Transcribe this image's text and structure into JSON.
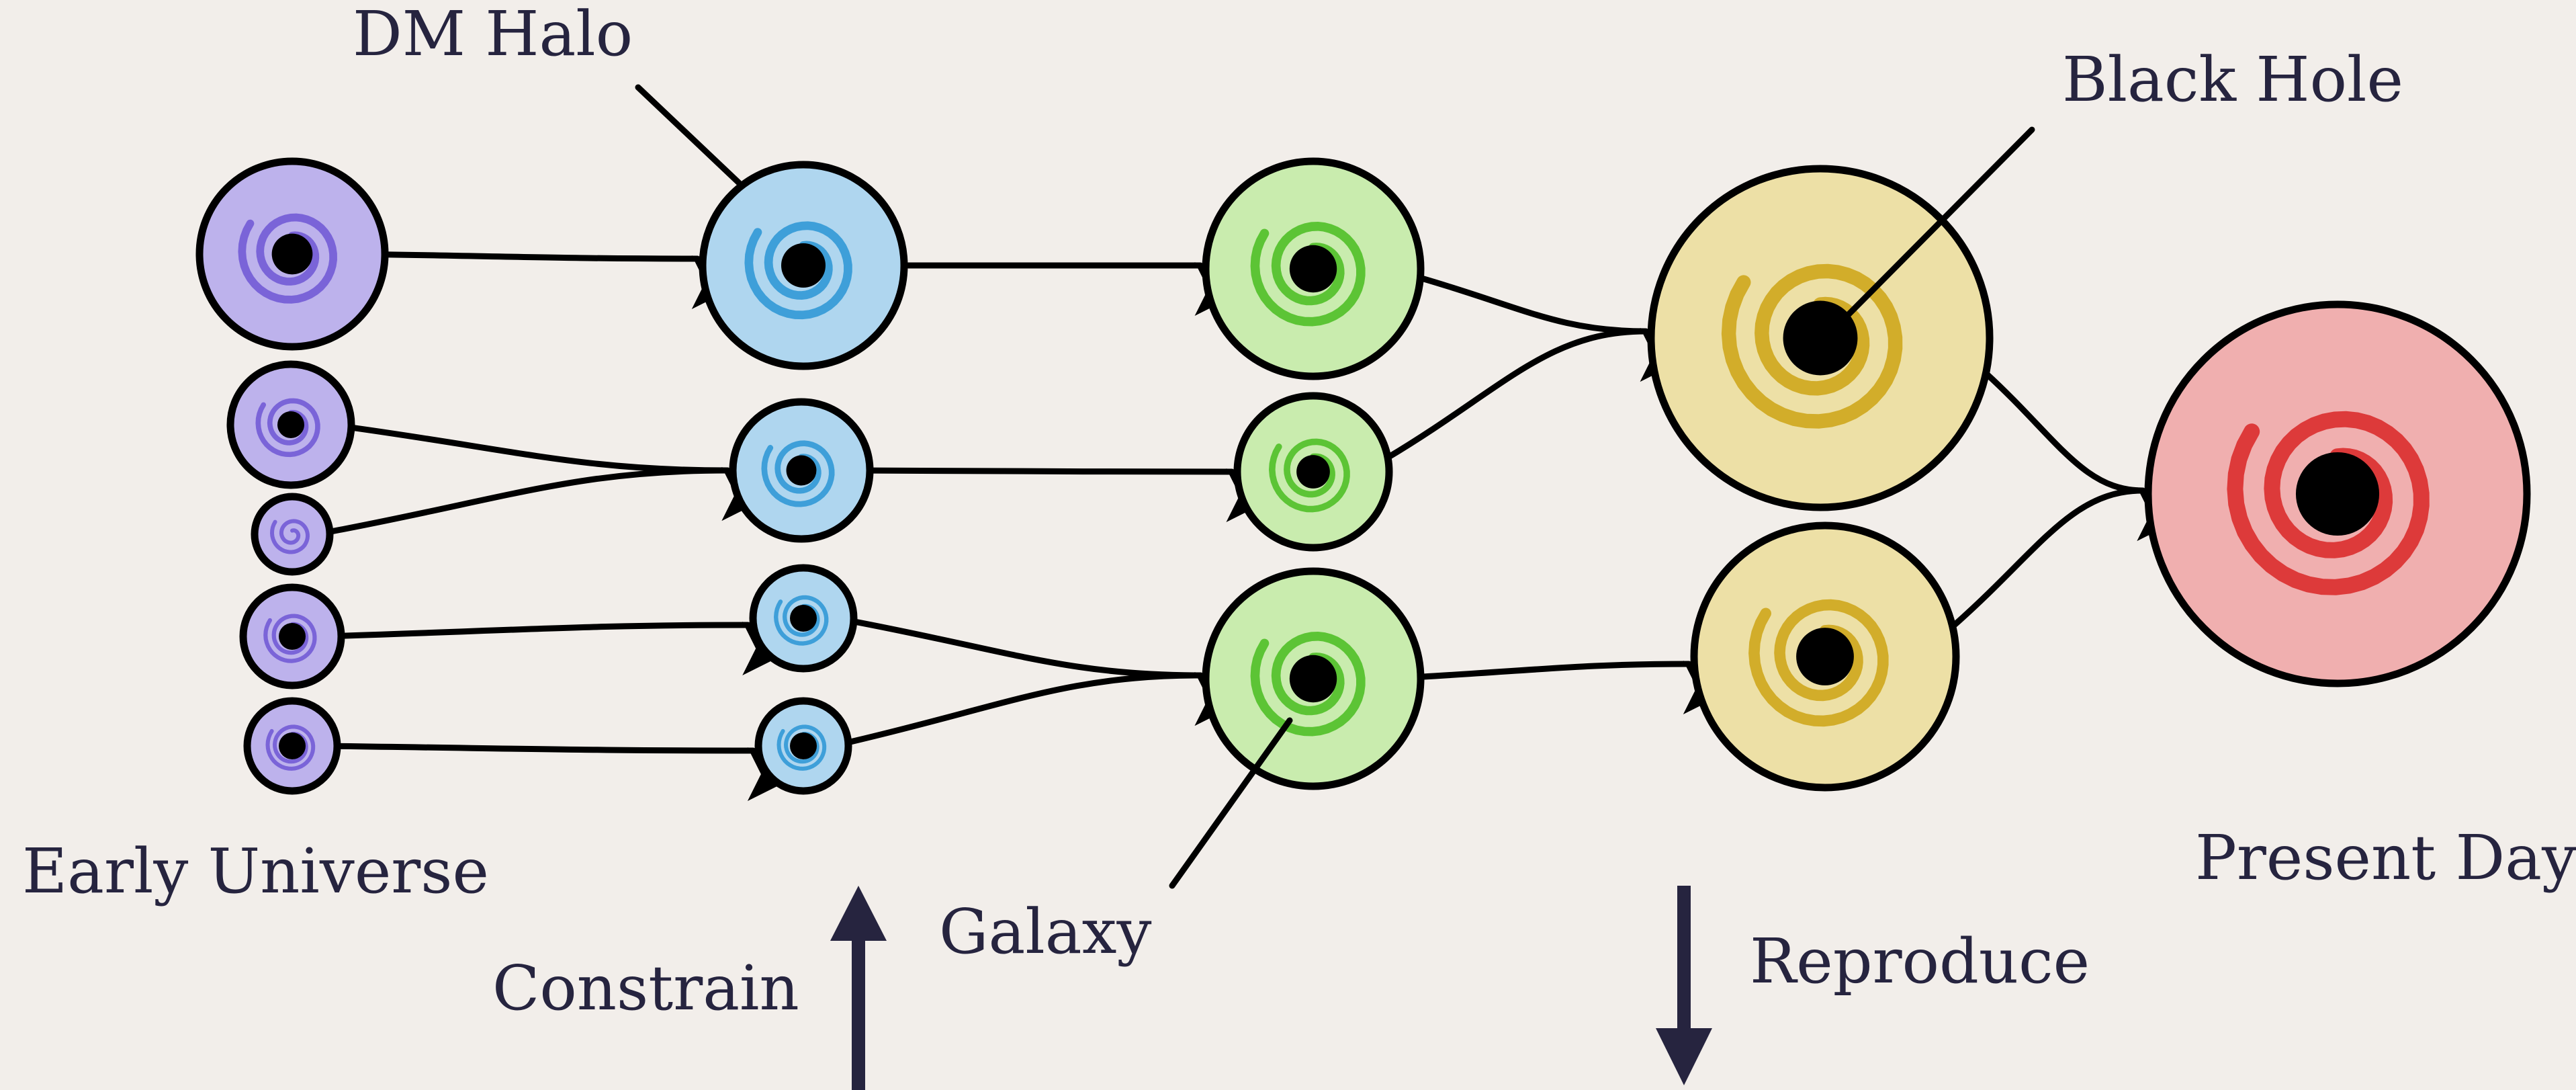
{
  "labels": {
    "dm_halo": "DM Halo",
    "black_hole": "Black Hole",
    "galaxy": "Galaxy",
    "early_universe": "Early Universe",
    "present_day": "Present Day",
    "constrain": "Constrain",
    "reproduce": "Reproduce"
  },
  "stage_colors": {
    "early": {
      "fill": "#bdb2ec",
      "accent": "#7a64d8"
    },
    "halo": {
      "fill": "#afd6ef",
      "accent": "#3e9fd9"
    },
    "galaxy": {
      "fill": "#c9ecae",
      "accent": "#5cc435"
    },
    "merge": {
      "fill": "#ede0a6",
      "accent": "#d2ad2a"
    },
    "present": {
      "fill": "#f0afaf",
      "accent": "#dd3a3a"
    }
  },
  "arrow_color": "#26243f",
  "background": "#f2eeea"
}
